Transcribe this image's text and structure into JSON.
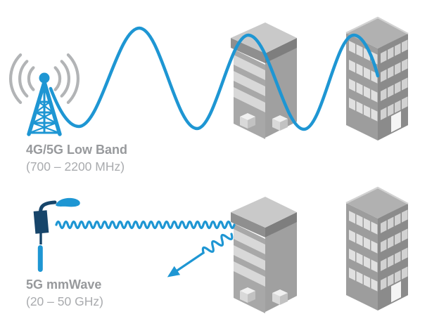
{
  "diagram_title": "",
  "low_band": {
    "label": "4G/5G Low Band",
    "frequency": "(700 – 2200 MHz)"
  },
  "mmwave": {
    "label": "5G mmWave",
    "frequency": "(20 – 50 GHz)"
  },
  "icons": [
    "cell-tower-icon",
    "radio-waves-icon",
    "small-cell-pole-icon",
    "reflection-arrow-icon",
    "building"
  ],
  "colors": {
    "wave-blue": "#1E96D3",
    "pole-navy": "#17456A",
    "arc-gray": "#B2B4B6",
    "label-bold-gray": "#97999C",
    "label-light-gray": "#A9ABAE",
    "building-light": "#D8D8D8",
    "building-mid": "#A8A8A8",
    "building-dark": "#8B8B8B",
    "background": "#FFFFFF"
  }
}
